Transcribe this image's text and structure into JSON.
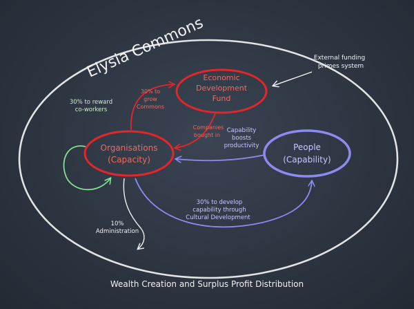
{
  "title": "Elysia Commons",
  "caption": "Wealth Creation and Surplus Profit Distribution",
  "nodes": {
    "edf": {
      "line1": "Economic",
      "line2": "Development",
      "line3": "Fund"
    },
    "organisations": {
      "line1": "Organisations",
      "line2": "(Capacity)"
    },
    "people": {
      "line1": "People",
      "line2": "(Capability)"
    }
  },
  "labels": {
    "external_funding": [
      "External funding",
      "primes system"
    ],
    "reward": [
      "30% to reward",
      "co-workers"
    ],
    "grow": [
      "30% to",
      "grow",
      "Commons"
    ],
    "companies": [
      "Companies",
      "bought in"
    ],
    "capability": [
      "Capability",
      "boosts",
      "productivity"
    ],
    "develop": [
      "30% to develop",
      "capability through",
      "Cultural Development"
    ],
    "admin": [
      "10%",
      "Administration"
    ]
  },
  "colors": {
    "chalk_white": "#f2f2f2",
    "red": "#e3262c",
    "red_text": "#f06a5e",
    "blue": "#8c8cf0",
    "blue_text": "#c8c8ff",
    "green": "#7fe38f",
    "board": "#2d3541"
  }
}
